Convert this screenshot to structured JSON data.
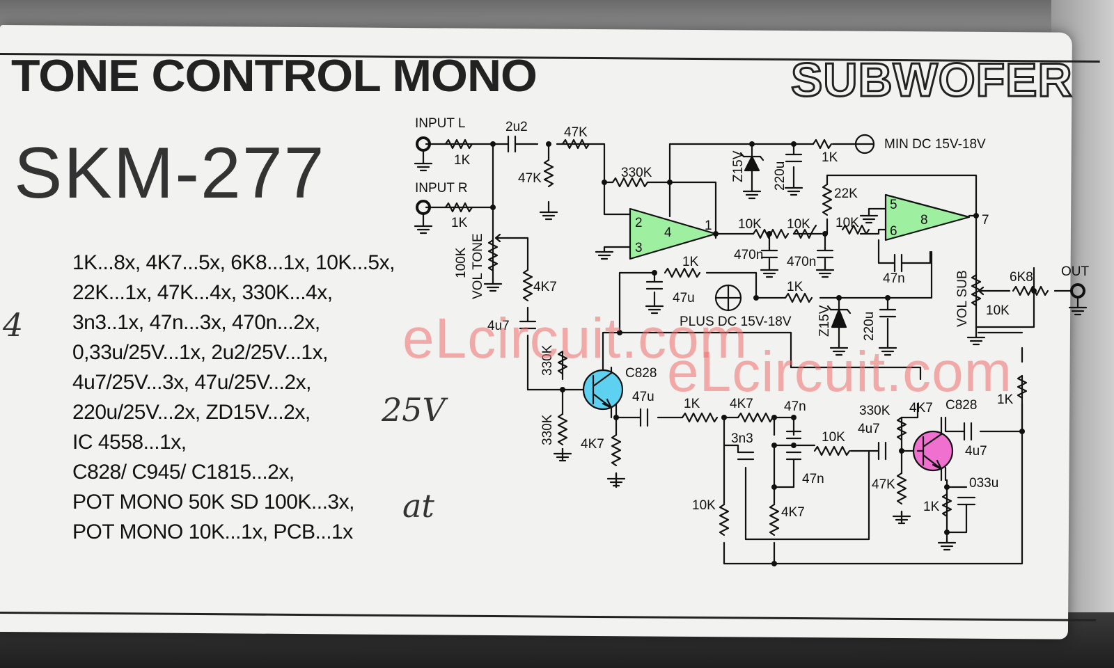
{
  "header": {
    "title": "TONE CONTROL MONO",
    "model": "SKM-277",
    "subtitle": "SUBWOFER"
  },
  "parts_list": [
    "1K...8x, 4K7...5x, 6K8...1x, 10K...5x,",
    "22K...1x, 47K...4x, 330K...4x,",
    "3n3..1x, 47n...3x, 470n...2x,",
    "0,33u/25V...1x, 2u2/25V...1x,",
    "4u7/25V...3x, 47u/25V...2x,",
    "220u/25V...2x, ZD15V...2x,",
    "IC 4558...1x,",
    "C828/ C945/ C1815...2x,",
    "POT MONO 50K SD 100K...3x,",
    "POT MONO 10K...1x, PCB...1x"
  ],
  "handwriting": {
    "left_mark": "4",
    "mid_mark": "25V",
    "bottom_mark": "at"
  },
  "watermarks": [
    "eLcircuit.com",
    "eLcircuit.com"
  ],
  "schematic": {
    "colors": {
      "opamp": "#9ef0a0",
      "transistor_1": "#5ed0f0",
      "transistor_2": "#f070d0",
      "wire": "#111111"
    },
    "labels": {
      "input_l": "INPUT L",
      "input_r": "INPUT R",
      "r_in_l": "1K",
      "r_in_r": "1K",
      "c_in": "2u2",
      "r_47k_a": "47K",
      "r_47k_b": "47K",
      "pot_tone_1": "100K",
      "pot_tone_2": "VOL TONE",
      "r_4k7_a": "4K7",
      "c_4u7_a": "4u7",
      "r_330k_a": "330K",
      "r_330k_b": "330K",
      "r_330k_c": "330K",
      "q1": "C828",
      "c_47u_a": "47u",
      "r_4k7_b": "4K7",
      "r_1k_a": "1K",
      "r_4k7_c": "4K7",
      "c_47n_a": "47n",
      "c_3n3": "3n3",
      "r_10k_a": "10K",
      "r_10k_pot": "10K",
      "c_47n_b": "47n",
      "r_4k7_d": "4K7",
      "r_330k_d": "330K",
      "c_4u7_b": "4u7",
      "r_47k_c": "47K",
      "r_4k7_e": "4K7",
      "q2": "C828",
      "c_4u7_c": "4u7",
      "r_1k_b": "1K",
      "c_033u": "033u",
      "r_1k_c": "1K",
      "pin_2": "2",
      "pin_3": "3",
      "pin_4": "4",
      "pin_1": "1",
      "pin_5": "5",
      "pin_6": "6",
      "pin_8": "8",
      "pin_7": "7",
      "r_10k_b": "10K",
      "r_10k_c": "10K",
      "c_470n_a": "470n",
      "c_470n_b": "470n",
      "r_22k": "22K",
      "r_10k_d": "10K",
      "c_47n_c": "47n",
      "r_1k_d": "1K",
      "c_47u_b": "47u",
      "r_1k_e": "1K",
      "plus_dc": "PLUS DC 15V-18V",
      "z_a": "Z15V",
      "c_220u_a": "220u",
      "z_b": "Z15V",
      "c_220u_b": "220u",
      "r_1k_f": "1K",
      "min_dc": "MIN DC 15V-18V",
      "vol_sub": "VOL SUB",
      "pot_sub": "10K",
      "r_6k8": "6K8",
      "out": "OUT"
    }
  }
}
